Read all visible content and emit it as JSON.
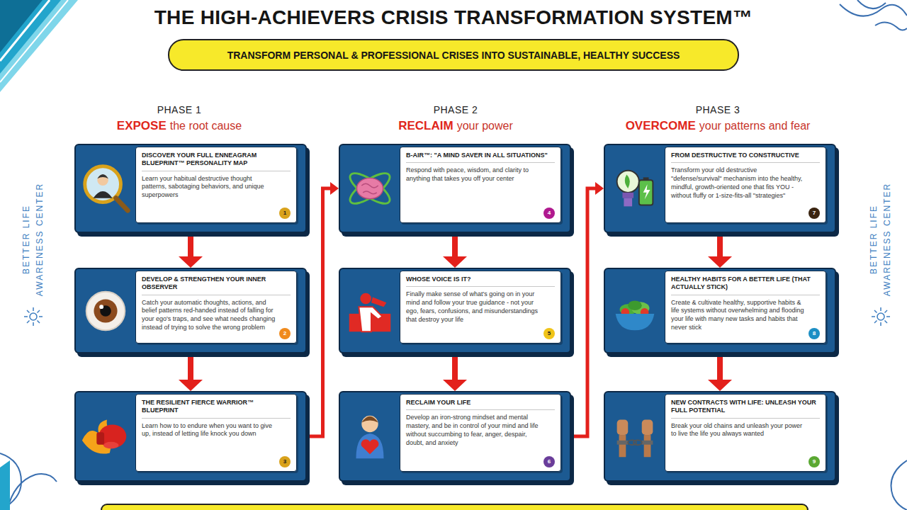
{
  "diagram": {
    "title": "THE HIGH-ACHIEVERS CRISIS TRANSFORMATION SYSTEM™",
    "nodes": [
      {
        "text": [
          "TRANSFORM PERSONAL & PROFESSIONAL CRISES INTO SUSTAINABLE, HEALTHY SUCCESS"
        ]
      },
      {
        "text": [
          "DISCOVER YOUR FULL ENNEAGRAM BLUEPRINT™ PERSONALITY MAP",
          "Learn your habitual destructive thought patterns, sabotaging behaviors, and unique superpowers",
          "1"
        ]
      },
      {
        "text": [
          "DEVELOP & STRENGTHEN YOUR INNER OBSERVER",
          "Catch your automatic thoughts, actions, and belief patterns red-handed instead of falling for your ego's traps, and see what needs changing instead of trying to solve the wrong problem",
          "2"
        ]
      },
      {
        "text": [
          "THE RESILIENT FIERCE WARRIOR™ BLUEPRINT",
          "Learn how to to endure when you want to give up, instead of letting life knock you down",
          "3"
        ]
      },
      {
        "text": [
          "B-AIR™: \"A MIND SAVER IN ALL SITUATIONS\"",
          "Respond with peace, wisdom, and clarity to anything that takes you off your center",
          "4"
        ]
      },
      {
        "text": [
          "WHOSE VOICE IS IT?",
          "Finally make sense of what's going on in your mind and follow your true guidance - not your ego, fears, confusions, and misunderstandings that destroy your life",
          "5"
        ]
      },
      {
        "text": [
          "RECLAIM YOUR LIFE",
          "Develop an iron-strong mindset and mental mastery, and be in control of your mind and life without succumbing to fear, anger, despair, doubt, and anxiety",
          "6"
        ]
      },
      {
        "text": [
          "FROM DESTRUCTIVE TO CONSTRUCTIVE",
          "Transform your old destructive \"defense/survival\" mechanism into the healthy, mindful, growth-oriented one that fits YOU - without fluffy or 1-size-fits-all \"strategies\"",
          "7"
        ]
      },
      {
        "text": [
          "HEALTHY HABITS FOR A BETTER LIFE (THAT ACTUALLY STICK)",
          "Create & cultivate healthy, supportive habits & life systems without overwhelming and flooding your life with many new tasks and habits that never stick",
          "8"
        ]
      },
      {
        "text": [
          "NEW CONTRACTS WITH LIFE: UNLEASH YOUR FULL POTENTIAL",
          "Break your old chains and unleash your power to live the life you always wanted",
          "9"
        ]
      }
    ],
    "edges": [
      {
        "from": 1,
        "to": 2,
        "arrow": "to"
      },
      {
        "from": 2,
        "to": 3,
        "arrow": "to"
      },
      {
        "from": 3,
        "to": 4,
        "arrow": "to"
      },
      {
        "from": 4,
        "to": 5,
        "arrow": "to"
      },
      {
        "from": 5,
        "to": 6,
        "arrow": "to"
      },
      {
        "from": 6,
        "to": 7,
        "arrow": "to"
      },
      {
        "from": 7,
        "to": 8,
        "arrow": "to"
      },
      {
        "from": 8,
        "to": 9,
        "arrow": "to"
      }
    ],
    "labels": [
      "PHASE 1",
      "EXPOSE",
      "the root cause",
      "PHASE 2",
      "RECLAIM",
      "your power",
      "PHASE 3",
      "OVERCOME",
      "your patterns and fear",
      "BETTER LIFE AWARENESS CENTER",
      "BETTER LIFE AWARENESS CENTER"
    ]
  }
}
